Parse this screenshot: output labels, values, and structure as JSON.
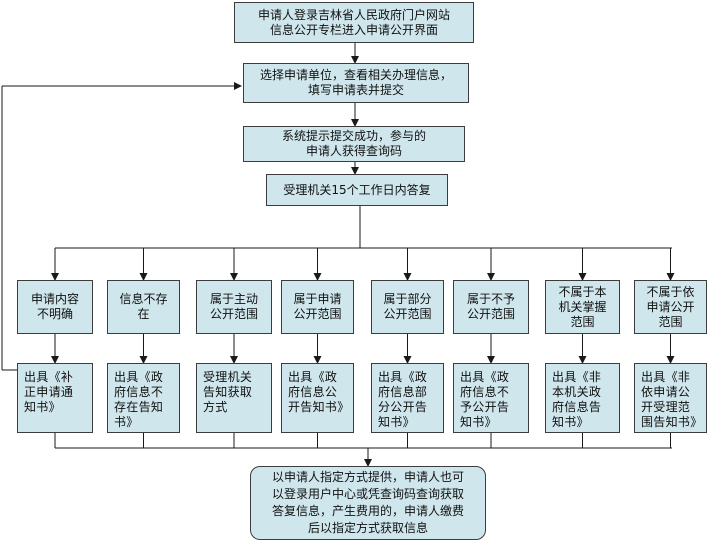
{
  "steps": {
    "login": "申请人登录吉林省人民政府门户网站\n信息公开专栏进入申请公开界面",
    "select": "选择申请单位，查看相关办理信息，\n填写申请表并提交",
    "success": "系统提示提交成功，参与的\n申请人获得查询码",
    "reply": "受理机关15个工作日内答复"
  },
  "categories": [
    "申请内容\n不明确",
    "信息不存\n在",
    "属于主动\n公开范围",
    "属于申请\n公开范围",
    "属于部分\n公开范围",
    "属于不予\n公开范围",
    "不属于本\n机关掌握\n范围",
    "不属于依\n申请公开\n范围"
  ],
  "outcomes": [
    "出具《补\n正申请通\n知书》",
    "出具《政\n府信息不\n存在告知\n书》",
    "受理机关\n告知获取\n方式",
    "出具《政\n府信息公\n开告知书》",
    "出具《政\n府信息部\n分公开告\n知书》",
    "出具《政\n府信息不\n予公开告\n知书》",
    "出具《非\n本机关政\n府信息告\n知书》",
    "出具《非\n依申请公\n开受理范\n围告知书》"
  ],
  "final": "以申请人指定方式提供，申请人也可\n以登录用户中心或凭查询码查询获取\n答复信息，产生费用的，申请人缴费\n后以指定方式获取信息",
  "colors": {
    "box_fill": "#cfe6ec",
    "border": "#3c3c3c",
    "line": "#1a1a1a"
  }
}
